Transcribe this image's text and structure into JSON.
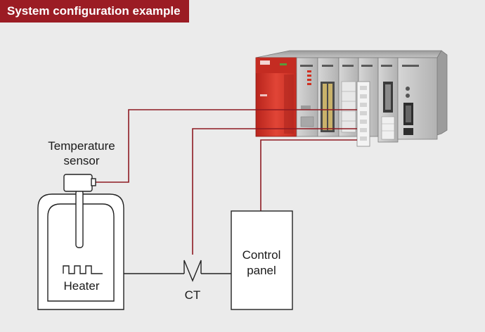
{
  "title": "System configuration example",
  "labels": {
    "temperature_sensor_line1": "Temperature",
    "temperature_sensor_line2": "sensor",
    "heater": "Heater",
    "ct": "CT",
    "control_panel_line1": "Control",
    "control_panel_line2": "panel"
  },
  "colors": {
    "banner": "#9b1c24",
    "wire_red": "#8e1a22",
    "wire_black": "#222222",
    "background": "#ebebeb",
    "plc_red": "#d9372b",
    "plc_gray": "#c8c8c8"
  },
  "icons": [
    "plc-rack-icon",
    "temperature-sensor-icon",
    "heater-tank-icon",
    "current-transformer-icon"
  ]
}
